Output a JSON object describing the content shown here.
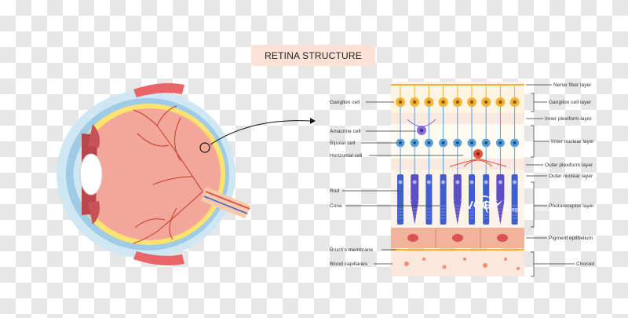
{
  "title": "RETINA STRUCTURE",
  "left_labels": {
    "ganglion": "Ganglion cell",
    "amacrine": "Amacrine cell",
    "bipolar": "Bipolar cell",
    "horizontal": "Horizontal cell",
    "rod": "Rod",
    "cone": "Cone",
    "bruch": "Bruch's membrane",
    "capillaries": "Blood capillaries"
  },
  "right_labels": {
    "nerve_fiber": "Nerve fiber layer",
    "ganglion_layer": "Ganglion cell layer",
    "inner_plexiform": "Inner plexiform layer",
    "inner_nuclear": "Inner nuclear layer",
    "outer_plexiform": "Outer plexiform layer",
    "outer_nuclear": "Outer nuclear layer",
    "photoreceptor": "Photoreceptor layer",
    "pigment": "Pigment epithelium",
    "choroid": "Choroid"
  },
  "watermark": {
    "logo": "VCG",
    "credit": "Image: 1528994255"
  },
  "colors": {
    "title_bg": "#fbe1d6",
    "ganglion_cell": "#f2b233",
    "bipolar_cell": "#5aa0d8",
    "amacrine_cell": "#8c6bd6",
    "horizontal_cell": "#e0533b",
    "rod": "#3f5fcf",
    "cone": "#5c4fc4",
    "pigment_epithelium": "#f1b39b",
    "choroid": "#fbe7dc",
    "eye_retina": "#ffe36e",
    "eye_interior": "#f3a79a"
  }
}
